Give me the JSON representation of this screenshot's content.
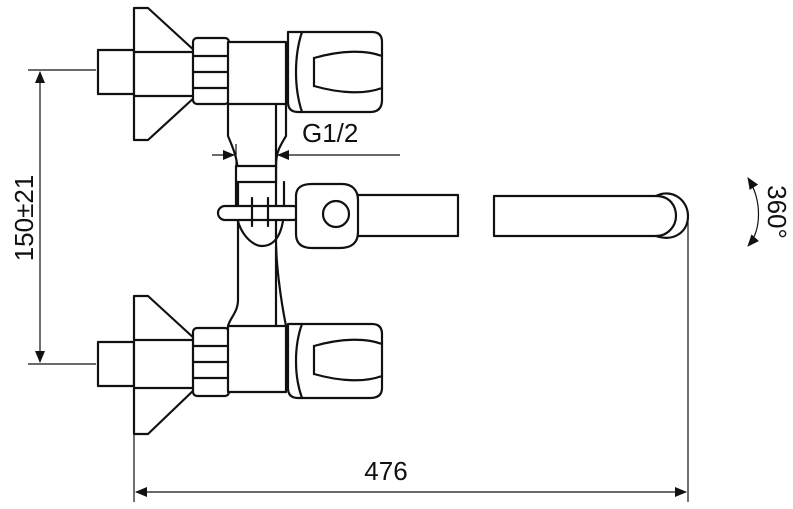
{
  "dimensions": {
    "width_label": "476",
    "height_label": "150±21",
    "thread_label": "G1/2",
    "rotation_label": "360°"
  },
  "colors": {
    "line": "#111111",
    "background": "#ffffff"
  }
}
